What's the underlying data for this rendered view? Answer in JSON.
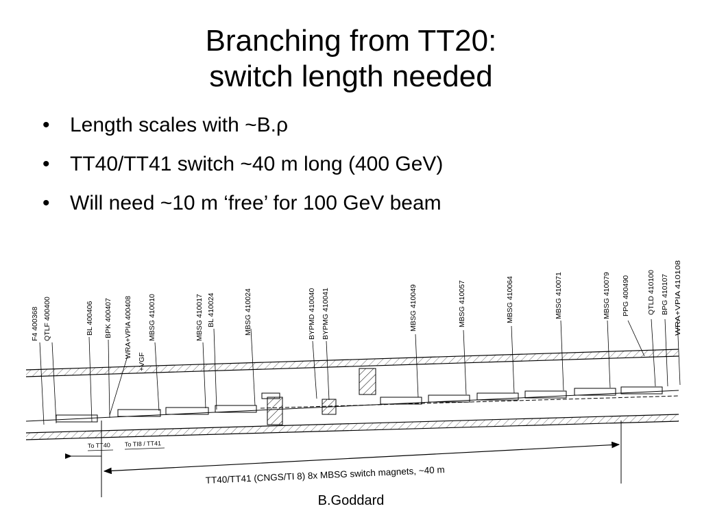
{
  "slide": {
    "title_line1": "Branching from TT20:",
    "title_line2": "switch length needed",
    "bullets": [
      "Length scales with ~B.ρ",
      "TT40/TT41 switch ~40 m long (400 GeV)",
      "Will need ~10 m ‘free’ for 100 GeV beam"
    ],
    "credit": "B.Goddard"
  },
  "drawing": {
    "labels": [
      "F4  400368",
      "QTLF  400400",
      "BL  400406",
      "BPK  400407",
      "WRA+VPIA  400408",
      "+VGF",
      "MBSG  410010",
      "MBSG  410017",
      "BL  410024",
      "MBSG  410024",
      "BYPMD  410040",
      "BYPMG  410041",
      "MBSG  410049",
      "MBSG  410057",
      "MBSG  410064",
      "MBSG  410071",
      "MBSG  410079",
      "PPG  400490",
      "QTLD  410100",
      "BPG  410107",
      "WRA+VPIA  410108"
    ],
    "to_tt40": "To TT40",
    "to_tt41": "To TI8 / TT41",
    "caption": "TT40/TT41 (CNGS/TI 8) 8x MBSG switch magnets, ~40 m"
  }
}
